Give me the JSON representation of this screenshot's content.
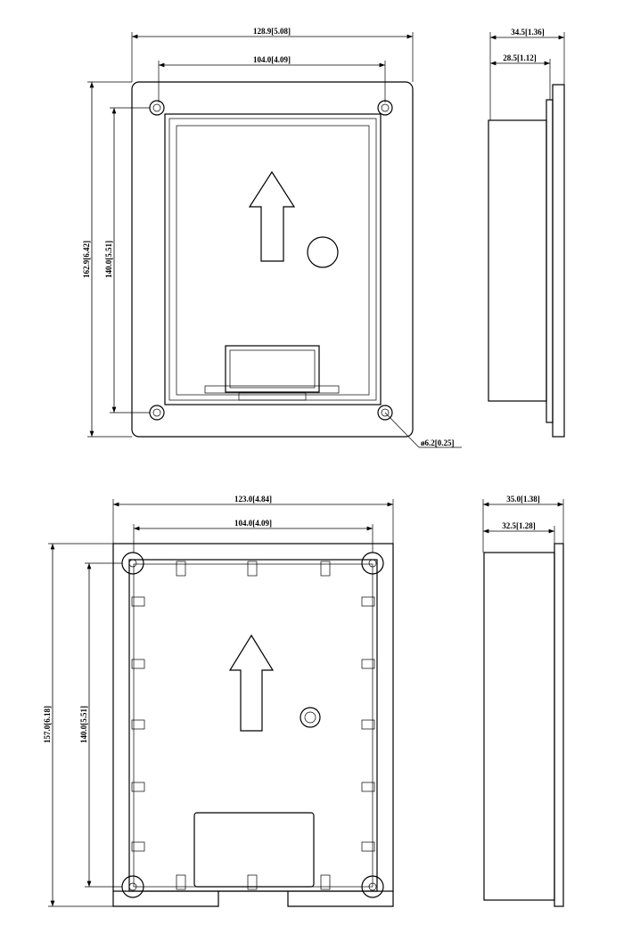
{
  "top_view": {
    "front": {
      "width": "128.9[5.08]",
      "hole_spacing_h": "104.0[4.09]",
      "height": "162.9[6.42]",
      "hole_spacing_v": "140.0[5.51]",
      "hole_diameter": "ø6.2[0.25]"
    },
    "side": {
      "depth_total": "34.5[1.36]",
      "depth_body": "28.5[1.12]"
    }
  },
  "bottom_view": {
    "front": {
      "width": "123.0[4.84]",
      "hole_spacing_h": "104.0[4.09]",
      "height": "157.0[6.18]",
      "hole_spacing_v": "140.0[5.51]"
    },
    "side": {
      "depth_total": "35.0[1.38]",
      "depth_body": "32.5[1.28]"
    }
  }
}
